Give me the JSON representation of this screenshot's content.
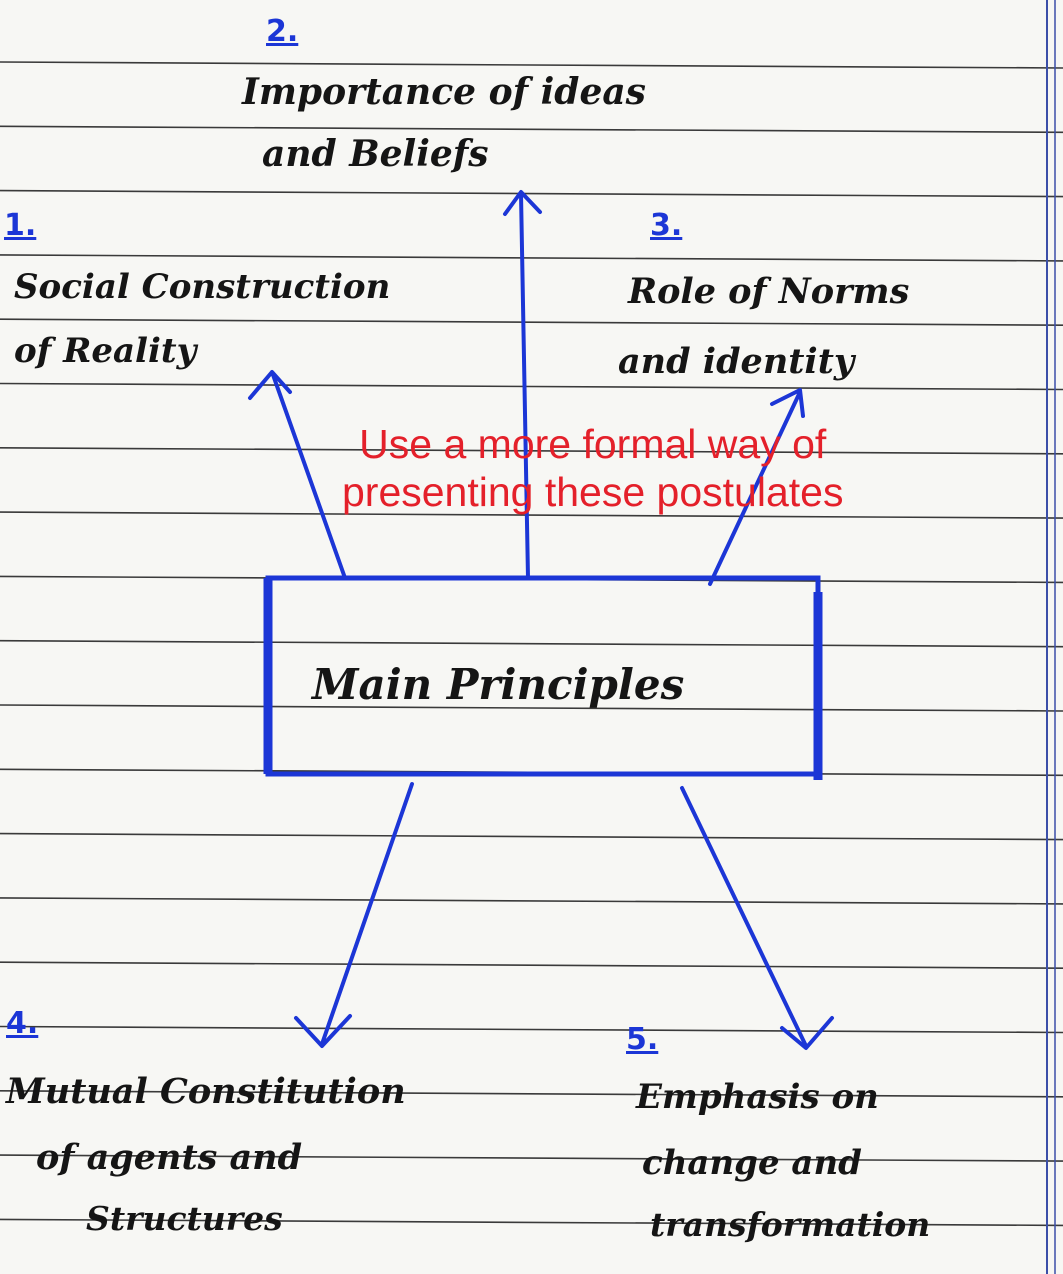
{
  "center": {
    "label": "Main Principles"
  },
  "principles": [
    {
      "number": "1.",
      "lines": [
        "Social Construction",
        "of Reality"
      ]
    },
    {
      "number": "2.",
      "lines": [
        "Importance of ideas",
        "and Beliefs"
      ]
    },
    {
      "number": "3.",
      "lines": [
        "Role of Norms",
        "and identity"
      ]
    },
    {
      "number": "4.",
      "lines": [
        "Mutual Constitution",
        "of agents and",
        "Structures"
      ]
    },
    {
      "number": "5.",
      "lines": [
        "Emphasis on",
        "change and",
        "transformation"
      ]
    }
  ],
  "annotation": {
    "lines": [
      "Use a more formal way of",
      "presenting these postulates"
    ],
    "color": "#e4202a"
  },
  "colors": {
    "ink_blue": "#1c36d6",
    "ink_black": "#151515",
    "paper_line": "#3a3a3a"
  }
}
